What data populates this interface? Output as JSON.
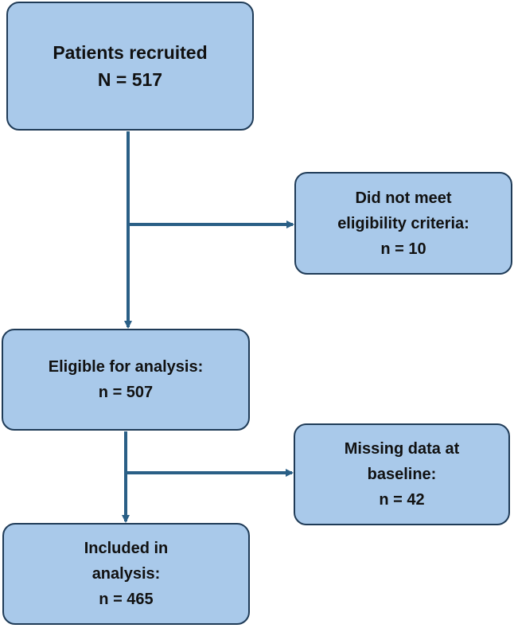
{
  "boxes": {
    "recruited": {
      "line1": "Patients recruited",
      "line2": "N = 517"
    },
    "excluded": {
      "line1": "Did not meet",
      "line2": "eligibility criteria:",
      "line3": "n = 10"
    },
    "eligible": {
      "line1": "Eligible for analysis:",
      "line2": "n = 507"
    },
    "missing": {
      "line1": "Missing data at",
      "line2": "baseline:",
      "line3": "n = 42"
    },
    "included": {
      "line1": "Included in",
      "line2": "analysis:",
      "line3": "n = 465"
    }
  },
  "colors": {
    "box_fill": "#a9c9ea",
    "box_border": "#1f3b57",
    "arrow": "#2a5f86"
  }
}
